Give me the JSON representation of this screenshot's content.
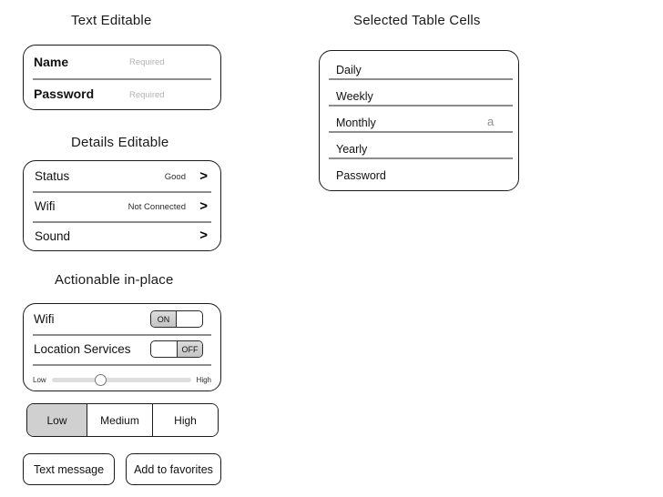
{
  "sections": {
    "text_editable": {
      "title": "Text Editable",
      "rows": [
        {
          "label": "Name",
          "placeholder": "Required"
        },
        {
          "label": "Password",
          "placeholder": "Required"
        }
      ]
    },
    "details_editable": {
      "title": "Details Editable",
      "rows": [
        {
          "label": "Status",
          "value": "Good",
          "chevron": "chevron-right-icon",
          "chevron_glyph": ">"
        },
        {
          "label": "Wifi",
          "value": "Not Connected",
          "chevron": "chevron-right-icon",
          "chevron_glyph": ">"
        },
        {
          "label": "Sound",
          "value": "",
          "chevron": "chevron-right-icon",
          "chevron_glyph": ">"
        }
      ]
    },
    "actionable_in_place": {
      "title": "Actionable in-place",
      "toggles": [
        {
          "label": "Wifi",
          "state": "ON",
          "on": true
        },
        {
          "label": "Location Services",
          "state": "OFF",
          "on": false
        }
      ],
      "slider": {
        "min_label": "Low",
        "max_label": "High",
        "value_percent": 35
      },
      "segmented": {
        "options": [
          "Low",
          "Medium",
          "High"
        ],
        "selected_index": 0
      },
      "buttons": [
        {
          "label": "Text message"
        },
        {
          "label": "Add to favorites"
        }
      ]
    },
    "selected_table_cells": {
      "title": "Selected Table Cells",
      "rows": [
        {
          "label": "Daily",
          "badge": ""
        },
        {
          "label": "Weekly",
          "badge": ""
        },
        {
          "label": "Monthly",
          "badge": "a"
        },
        {
          "label": "Yearly",
          "badge": ""
        },
        {
          "label": "Password",
          "badge": ""
        }
      ]
    }
  },
  "colors": {
    "outline": "#1c1c1c",
    "separator": "#8d8d8d",
    "placeholder": "#b4b4b4",
    "selected_fill": "#d0d0d0",
    "toggle_knob": "#cfcfcf",
    "badge_text": "#8e8e8e"
  }
}
